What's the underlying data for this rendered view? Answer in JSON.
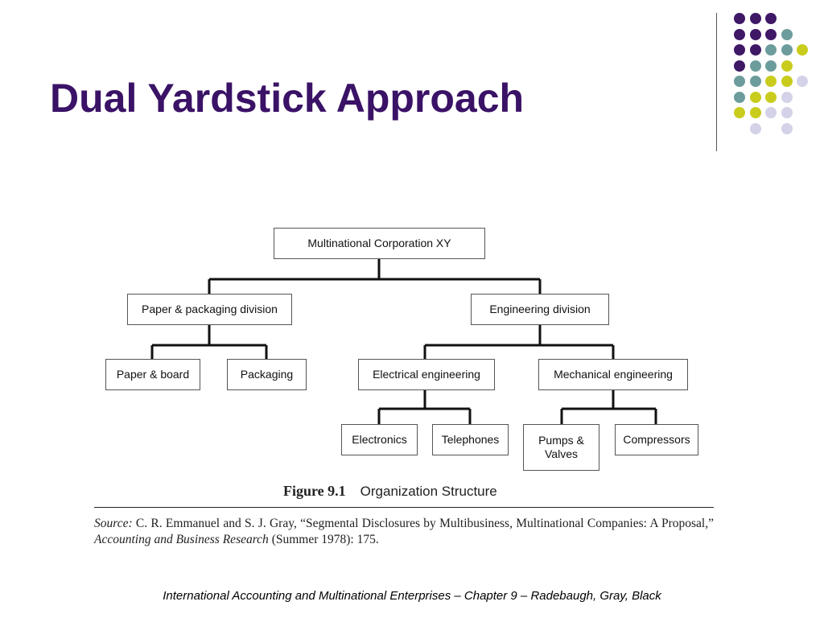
{
  "slide": {
    "title": "Dual Yardstick Approach",
    "footer": "International Accounting and Multinational Enterprises – Chapter 9 – Radebaugh, Gray, Black"
  },
  "decoration": {
    "colors": {
      "purple": "#3f1866",
      "teal": "#6d9c9c",
      "yellow": "#c9cc1c",
      "lavender": "#d4d2e8"
    },
    "dot_grid": [
      [
        "purple",
        "purple",
        "purple",
        null,
        null
      ],
      [
        "purple",
        "purple",
        "purple",
        "teal",
        null
      ],
      [
        "purple",
        "purple",
        "teal",
        "teal",
        "yellow"
      ],
      [
        "purple",
        "teal",
        "teal",
        "yellow",
        null
      ],
      [
        "teal",
        "teal",
        "yellow",
        "yellow",
        "lavender"
      ],
      [
        "teal",
        "yellow",
        "yellow",
        "lavender",
        null
      ],
      [
        "yellow",
        "yellow",
        "lavender",
        "lavender",
        null
      ],
      [
        null,
        "lavender",
        null,
        "lavender",
        null
      ]
    ]
  },
  "org_chart": {
    "root": "Multinational Corporation XY",
    "divisions": {
      "paper": "Paper & packaging division",
      "engineering": "Engineering division"
    },
    "units": {
      "paper_board": "Paper & board",
      "packaging": "Packaging",
      "electrical": "Electrical engineering",
      "mechanical": "Mechanical engineering",
      "electronics": "Electronics",
      "telephones": "Telephones",
      "pumps_valves": "Pumps & Valves",
      "compressors": "Compressors"
    }
  },
  "figure": {
    "number": "Figure 9.1",
    "caption": "Organization Structure"
  },
  "source": {
    "label": "Source:",
    "authors": " C. R. Emmanuel and S. J. Gray, “Segmental Disclosures by Multibusiness, Multinational Companies: A Proposal,” ",
    "journal": "Accounting and Business Research",
    "details": " (Summer 1978): 175."
  }
}
